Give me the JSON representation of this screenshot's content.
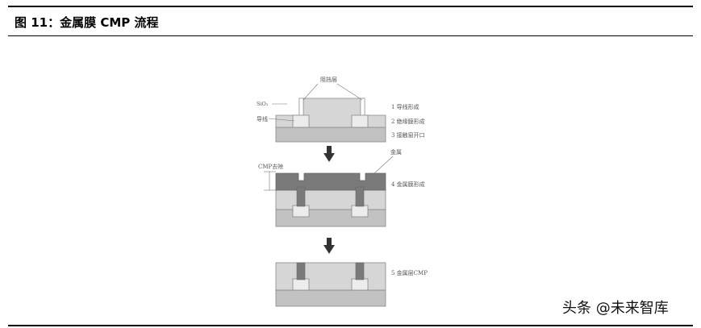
{
  "caption": "图 11：金属膜 CMP 流程",
  "watermark": "头条 @未来智库",
  "colors": {
    "substrate": "#c2c2c2",
    "oxide": "#d6d6d6",
    "metal": "#7a7a7a",
    "wire": "#ececec",
    "outline": "#888888"
  },
  "diagram": {
    "labels": {
      "barrier_layer": "阻挡层",
      "sio2": "SiO₂",
      "wire": "导线",
      "metal_film": "金属",
      "cmp_removal": "CMP去除"
    },
    "steps": [
      {
        "text": "1  导线形成"
      },
      {
        "text": "2  绝缘膜形成"
      },
      {
        "text": "3  接触窗开口"
      },
      {
        "text": "4  金属膜形成"
      },
      {
        "text": "5  金属层CMP"
      }
    ]
  }
}
